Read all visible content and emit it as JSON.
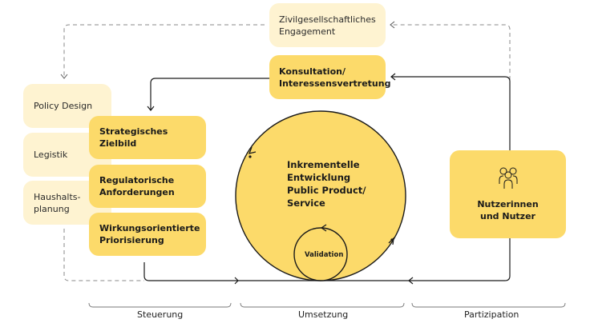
{
  "title": "Incremental public product/service development cycle",
  "colors": {
    "light_box": "#FEF3D1",
    "dark_box": "#FCDA6A",
    "line": "#1a1a1a",
    "dashed": "#8a8a8a"
  },
  "steuerung": {
    "background_items": [
      {
        "label": "Policy Design"
      },
      {
        "label": "Legistik"
      },
      {
        "label": "Haushalts-\nplanung"
      }
    ],
    "items": [
      {
        "label": "Strategisches\nZielbild"
      },
      {
        "label": "Regulatorische\nAnforderungen"
      },
      {
        "label": "Wirkungsorientierte\nPriorisierung"
      }
    ]
  },
  "top": {
    "civil": {
      "label": "Zivilgesellschaftliches\nEngagement"
    },
    "consultation": {
      "label": "Konsultation/\nInteressensvertretung"
    }
  },
  "center": {
    "main": "Inkrementelle\nEntwicklung\nPublic Product/\nService",
    "validation": "Validation"
  },
  "users": {
    "icon": "people-group-icon",
    "label": "Nutzerinnen\nund Nutzer"
  },
  "phases": [
    {
      "label": "Steuerung"
    },
    {
      "label": "Umsetzung"
    },
    {
      "label": "Partizipation"
    }
  ]
}
